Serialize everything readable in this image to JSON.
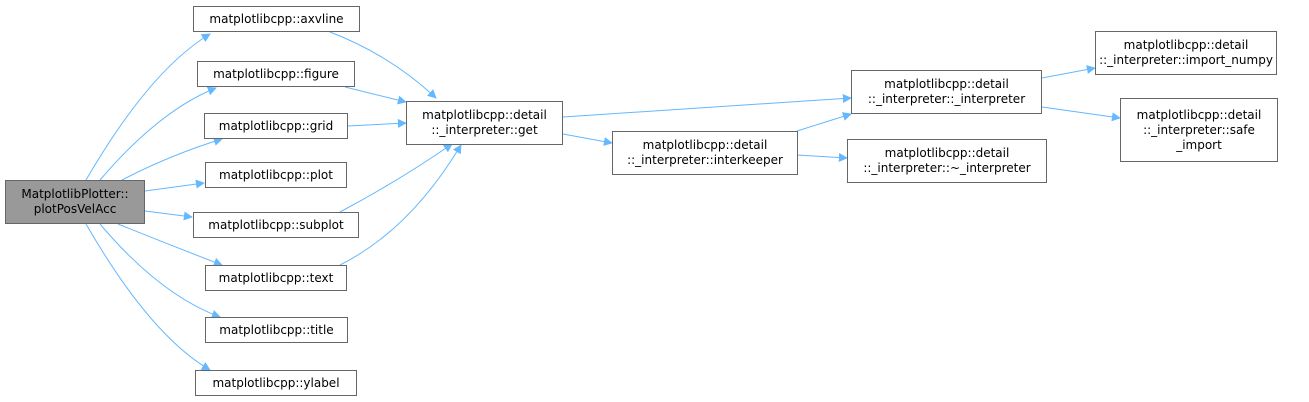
{
  "diagram": {
    "type": "call-graph",
    "edge_color": "#63b8ff",
    "node_border_color": "#666666",
    "root_fill_color": "#999999",
    "nodes": [
      {
        "id": "root",
        "lines": [
          "MatplotlibPlotter::",
          "plotPosVelAcc"
        ],
        "root": true
      },
      {
        "id": "axvline",
        "lines": [
          "matplotlibcpp::axvline"
        ]
      },
      {
        "id": "figure",
        "lines": [
          "matplotlibcpp::figure"
        ]
      },
      {
        "id": "grid",
        "lines": [
          "matplotlibcpp::grid"
        ]
      },
      {
        "id": "plot",
        "lines": [
          "matplotlibcpp::plot"
        ]
      },
      {
        "id": "subplot",
        "lines": [
          "matplotlibcpp::subplot"
        ]
      },
      {
        "id": "text",
        "lines": [
          "matplotlibcpp::text"
        ]
      },
      {
        "id": "title",
        "lines": [
          "matplotlibcpp::title"
        ]
      },
      {
        "id": "ylabel",
        "lines": [
          "matplotlibcpp::ylabel"
        ]
      },
      {
        "id": "get",
        "lines": [
          "matplotlibcpp::detail",
          "::_interpreter::get"
        ]
      },
      {
        "id": "interkeeper",
        "lines": [
          "matplotlibcpp::detail",
          "::_interpreter::interkeeper"
        ]
      },
      {
        "id": "ctor",
        "lines": [
          "matplotlibcpp::detail",
          "::_interpreter::_interpreter"
        ]
      },
      {
        "id": "dtor",
        "lines": [
          "matplotlibcpp::detail",
          "::_interpreter::~_interpreter"
        ]
      },
      {
        "id": "import_numpy",
        "lines": [
          "matplotlibcpp::detail",
          "::_interpreter::import_numpy"
        ]
      },
      {
        "id": "safe_import",
        "lines": [
          "matplotlibcpp::detail",
          "::_interpreter::safe",
          "_import"
        ]
      }
    ],
    "edges": [
      {
        "from": "root",
        "to": "axvline"
      },
      {
        "from": "root",
        "to": "figure"
      },
      {
        "from": "root",
        "to": "grid"
      },
      {
        "from": "root",
        "to": "plot"
      },
      {
        "from": "root",
        "to": "subplot"
      },
      {
        "from": "root",
        "to": "text"
      },
      {
        "from": "root",
        "to": "title"
      },
      {
        "from": "root",
        "to": "ylabel"
      },
      {
        "from": "axvline",
        "to": "get"
      },
      {
        "from": "figure",
        "to": "get"
      },
      {
        "from": "grid",
        "to": "get"
      },
      {
        "from": "subplot",
        "to": "get"
      },
      {
        "from": "text",
        "to": "get"
      },
      {
        "from": "get",
        "to": "ctor"
      },
      {
        "from": "get",
        "to": "interkeeper"
      },
      {
        "from": "interkeeper",
        "to": "ctor"
      },
      {
        "from": "interkeeper",
        "to": "dtor"
      },
      {
        "from": "ctor",
        "to": "import_numpy"
      },
      {
        "from": "ctor",
        "to": "safe_import"
      }
    ]
  }
}
